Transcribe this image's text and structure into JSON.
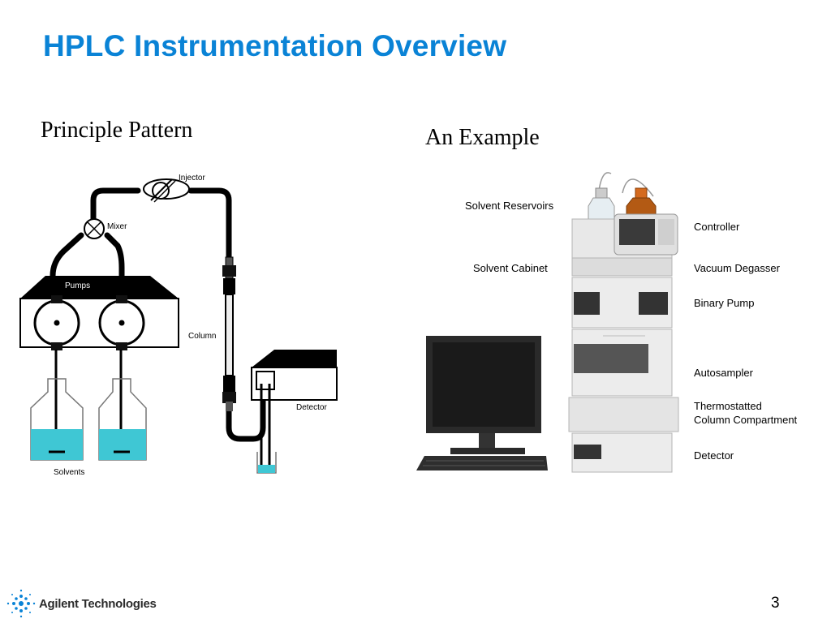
{
  "slide": {
    "title": "HPLC Instrumentation Overview",
    "left_heading": "Principle Pattern",
    "right_heading": "An Example",
    "page_number": "3",
    "brand": "Agilent Technologies",
    "accent_color": "#0a83d6"
  },
  "schematic": {
    "injector": "Injector",
    "mixer": "Mixer",
    "pumps": "Pumps",
    "column": "Column",
    "detector": "Detector",
    "solvents": "Solvents",
    "solvent_color": "#3fc7d4"
  },
  "example": {
    "solvent_reservoirs": "Solvent Reservoirs",
    "solvent_cabinet": "Solvent Cabinet",
    "controller": "Controller",
    "vacuum_degasser": "Vacuum Degasser",
    "binary_pump": "Binary Pump",
    "autosampler": "Autosampler",
    "thermostatted_1": "Thermostatted",
    "thermostatted_2": "Column Compartment",
    "detector": "Detector"
  }
}
